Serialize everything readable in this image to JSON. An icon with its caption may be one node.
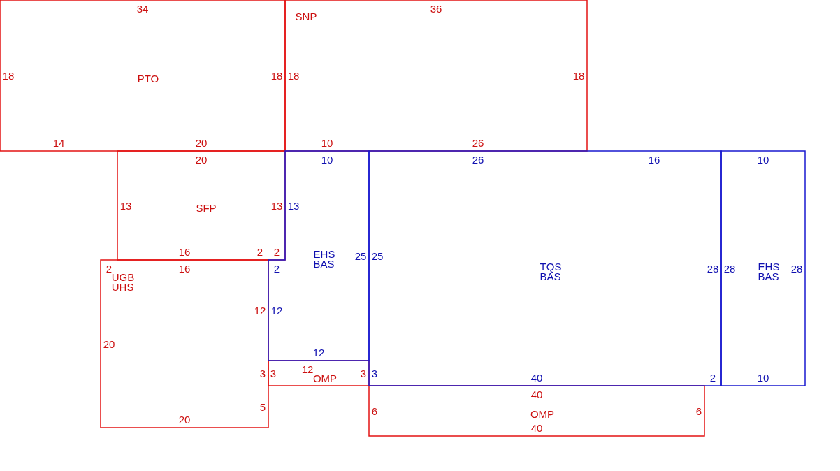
{
  "diagram": {
    "nodes": [
      {
        "text": [
          "PTO"
        ]
      },
      {
        "text": [
          "SNP"
        ]
      },
      {
        "text": [
          "SFP"
        ]
      },
      {
        "text": [
          "EHS BAS"
        ]
      },
      {
        "text": [
          "UGB UHS"
        ]
      },
      {
        "text": [
          "OMP"
        ]
      },
      {
        "text": [
          "TQS BAS"
        ]
      },
      {
        "text": [
          "EHS BAS"
        ]
      },
      {
        "text": [
          "OMP"
        ]
      }
    ],
    "labels": [
      "34",
      "36",
      "18",
      "18",
      "18",
      "18",
      "14",
      "20",
      "10",
      "26",
      "20",
      "10",
      "26",
      "16",
      "10",
      "13",
      "13",
      "13",
      "16",
      "2",
      "2",
      "25",
      "25",
      "2",
      "16",
      "2",
      "28",
      "28",
      "28",
      "12",
      "12",
      "20",
      "12",
      "12",
      "3",
      "3",
      "3",
      "3",
      "40",
      "2",
      "10",
      "40",
      "5",
      "6",
      "6",
      "20",
      "40"
    ]
  }
}
